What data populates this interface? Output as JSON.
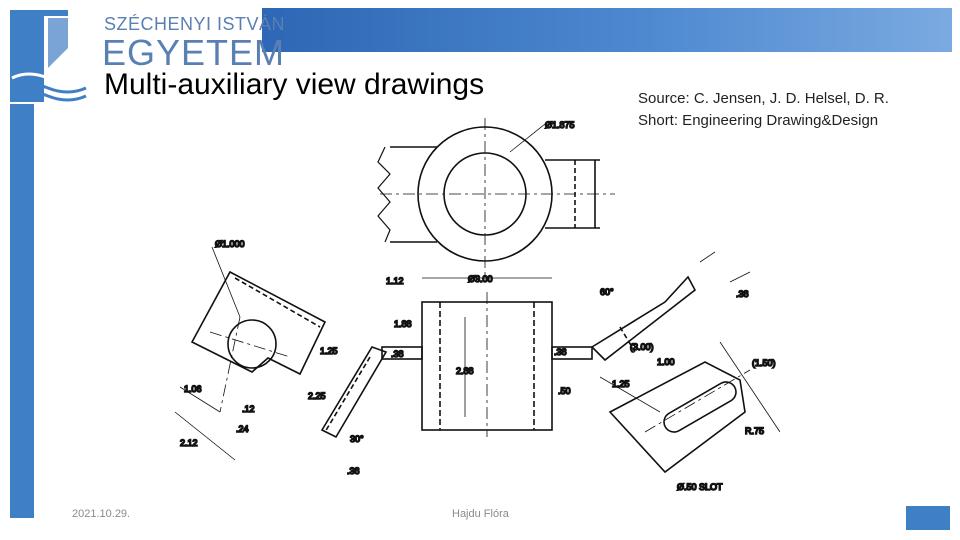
{
  "logo": {
    "line1": "SZÉCHENYI ISTVÁN",
    "line2": "EGYETEM"
  },
  "slide": {
    "title": "Multi-auxiliary view drawings",
    "source_line1": "Source: C. Jensen, J. D. Helsel, D. R.",
    "source_line2": "Short: Engineering Drawing&Design"
  },
  "footer": {
    "date": "2021.10.29.",
    "author": "Hajdu Flóra"
  },
  "drawing": {
    "labels": {
      "d1875": "Ø1.875",
      "d1000": "Ø1.000",
      "d300": "Ø3.00",
      "l112": "1.12",
      "l88": "1.88",
      "l38a": ".38",
      "l38b": ".38",
      "l38c": ".38",
      "l38d": ".38",
      "l125a": "1.25",
      "l125b": "1.25",
      "l225": "2.25",
      "l288": "2.88",
      "l50": ".50",
      "l106": "1.06",
      "l12": ".12",
      "l24": ".24",
      "l212": "2.12",
      "a30": "30°",
      "a60": "60°",
      "l300p": "(3.00)",
      "l100": "1.00",
      "l150p": "(1.50)",
      "r75": "R.75",
      "slot": "Ø.50 SLOT"
    }
  },
  "colors": {
    "accent": "#3f7fc6",
    "logo": "#5a7fb3"
  }
}
